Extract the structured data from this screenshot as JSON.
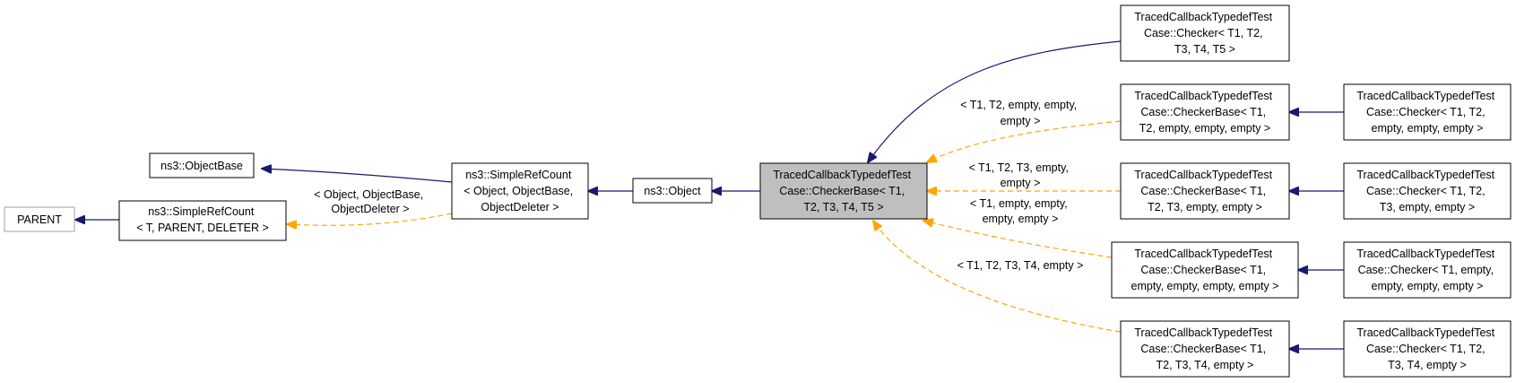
{
  "nodes": {
    "parent": {
      "lines": [
        "PARENT"
      ]
    },
    "objectbase": {
      "lines": [
        "ns3::ObjectBase"
      ]
    },
    "simplerefcount_t": {
      "lines": [
        "ns3::SimpleRefCount",
        "< T, PARENT, DELETER >"
      ]
    },
    "simplerefcount_obj": {
      "lines": [
        "ns3::SimpleRefCount",
        "< Object, ObjectBase,",
        "ObjectDeleter >"
      ]
    },
    "object": {
      "lines": [
        "ns3::Object"
      ]
    },
    "checkerbase_main": {
      "lines": [
        "TracedCallbackTypedefTest",
        "Case::CheckerBase< T1,",
        "T2, T3, T4, T5 >"
      ]
    },
    "checker_t5": {
      "lines": [
        "TracedCallbackTypedefTest",
        "Case::Checker< T1, T2,",
        "T3, T4, T5 >"
      ]
    },
    "checkerbase_t2": {
      "lines": [
        "TracedCallbackTypedefTest",
        "Case::CheckerBase< T1,",
        "T2, empty, empty, empty >"
      ]
    },
    "checker_t2": {
      "lines": [
        "TracedCallbackTypedefTest",
        "Case::Checker< T1, T2,",
        "empty, empty, empty >"
      ]
    },
    "checkerbase_t3": {
      "lines": [
        "TracedCallbackTypedefTest",
        "Case::CheckerBase< T1,",
        "T2, T3, empty, empty >"
      ]
    },
    "checker_t3": {
      "lines": [
        "TracedCallbackTypedefTest",
        "Case::Checker< T1, T2,",
        "T3, empty, empty >"
      ]
    },
    "checkerbase_t1": {
      "lines": [
        "TracedCallbackTypedefTest",
        "Case::CheckerBase< T1,",
        "empty, empty, empty, empty >"
      ]
    },
    "checker_t1": {
      "lines": [
        "TracedCallbackTypedefTest",
        "Case::Checker< T1, empty,",
        "empty, empty, empty >"
      ]
    },
    "checkerbase_t4": {
      "lines": [
        "TracedCallbackTypedefTest",
        "Case::CheckerBase< T1,",
        "T2, T3, T4, empty >"
      ]
    },
    "checker_t4": {
      "lines": [
        "TracedCallbackTypedefTest",
        "Case::Checker< T1, T2,",
        "T3, T4, empty >"
      ]
    }
  },
  "edge_labels": {
    "objectdeleter": [
      "< Object, ObjectBase,",
      "ObjectDeleter >"
    ],
    "t2": [
      "< T1, T2, empty, empty,",
      "empty >"
    ],
    "t3": [
      "< T1, T2, T3, empty,",
      "empty >"
    ],
    "t1": [
      "< T1, empty, empty,",
      "empty, empty >"
    ],
    "t4": [
      "< T1, T2, T3, T4, empty >"
    ]
  },
  "colors": {
    "inheritance_edge": "#191970",
    "template_edge": "#ffa500",
    "focus_fill": "#bfbfbf",
    "parent_border": "#a0a0a0"
  }
}
